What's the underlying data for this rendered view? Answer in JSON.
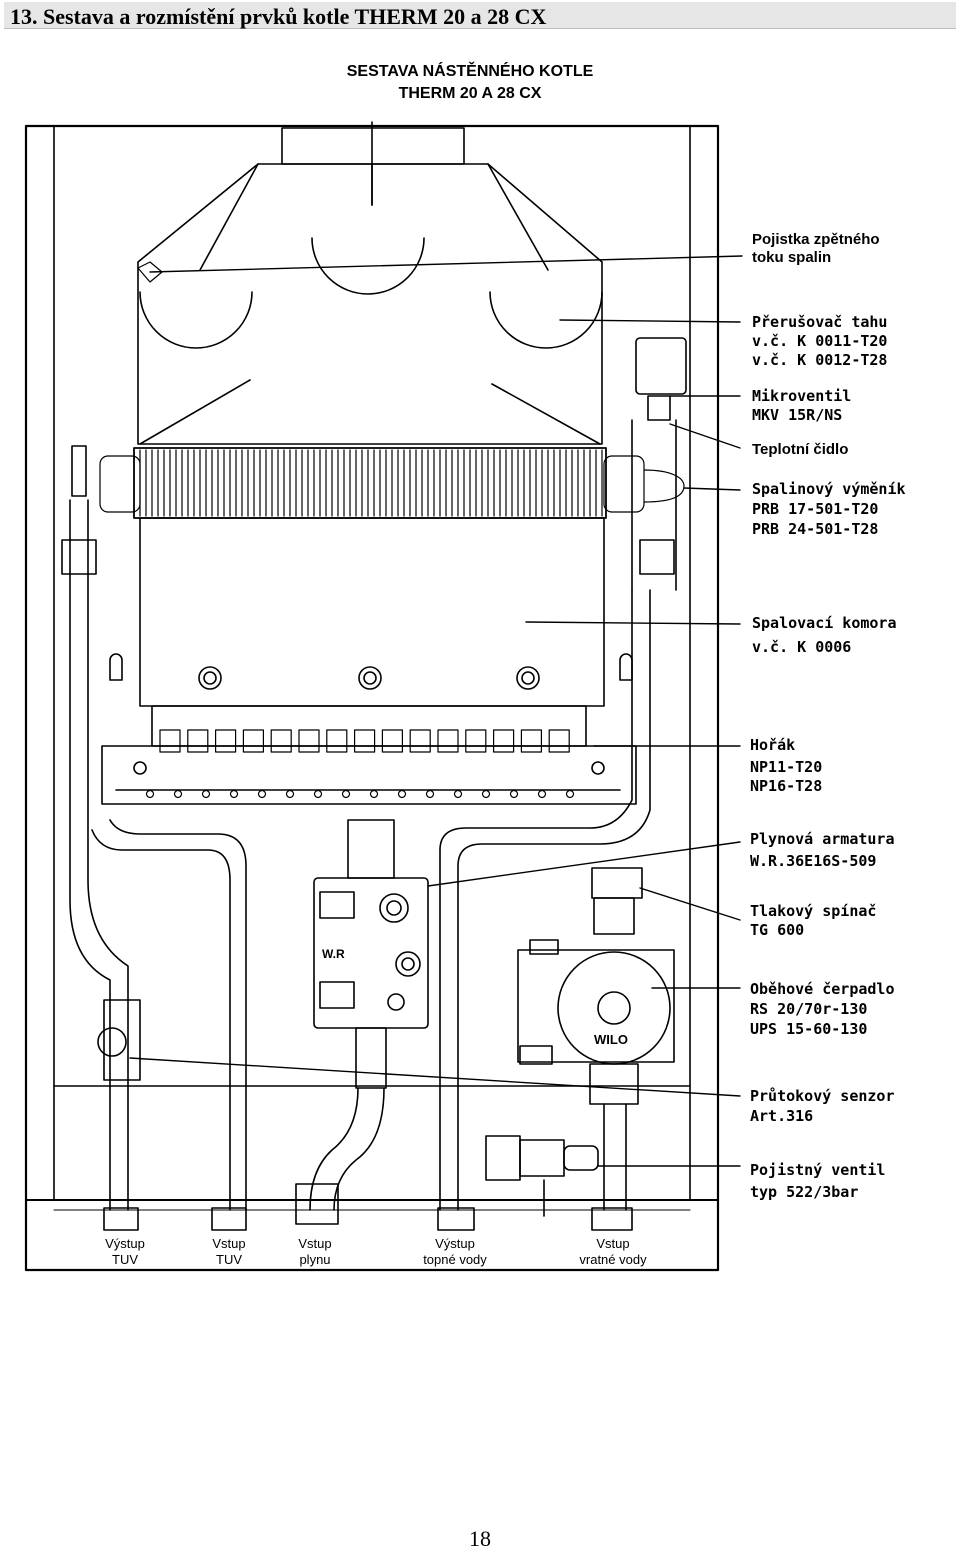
{
  "page": {
    "heading": "13. Sestava a rozmístění prvků kotle THERM 20 a 28 CX",
    "page_number": "18"
  },
  "diagram": {
    "title_line1": "SESTAVA NÁSTĚNNÉHO KOTLE",
    "title_line2": "THERM 20 A 28 CX",
    "labels": {
      "pojistka_1": "Pojistka zpětného",
      "pojistka_2": "toku spalin",
      "prerusovac_1": "Přerušovač tahu",
      "prerusovac_2": "v.č. K 0011-T20",
      "prerusovac_3": "v.č. K 0012-T28",
      "mikroventil_1": "Mikroventil",
      "mikroventil_2": "MKV 15R/NS",
      "cidlo": "Teplotní čidlo",
      "vymenik_1": "Spalinový výměník",
      "vymenik_2": "PRB 17-501-T20",
      "vymenik_3": "PRB 24-501-T28",
      "komora_1": "Spalovací komora",
      "komora_2": "v.č. K 0006",
      "horak_1": "Hořák",
      "horak_2": "NP11-T20",
      "horak_3": "NP16-T28",
      "armatura_1": "Plynová armatura",
      "armatura_2": "W.R.36E16S-509",
      "spinac_1": "Tlakový spínač",
      "spinac_2": "TG 600",
      "cerpadlo_1": "Oběhové čerpadlo",
      "cerpadlo_2": "RS 20/70r-130",
      "cerpadlo_3": "UPS 15-60-130",
      "senzor_1": "Průtokový senzor",
      "senzor_2": "Art.316",
      "ventil_1": "Pojistný ventil",
      "ventil_2": "typ 522/3bar"
    },
    "component_marks": {
      "gas_valve_brand": "W.R",
      "pump_brand": "WILO"
    },
    "ports": [
      {
        "line1": "Výstup",
        "line2": "TUV"
      },
      {
        "line1": "Vstup",
        "line2": "TUV"
      },
      {
        "line1": "Vstup",
        "line2": "plynu"
      },
      {
        "line1": "Výstup",
        "line2": "topné vody"
      },
      {
        "line1": "Vstup",
        "line2": "vratné vody"
      }
    ]
  }
}
